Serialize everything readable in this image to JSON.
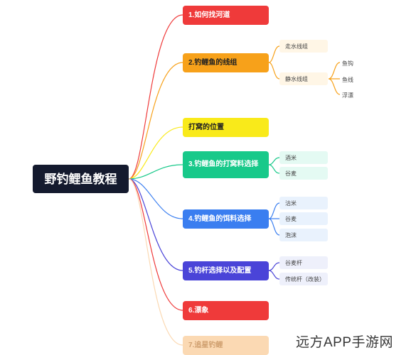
{
  "root": {
    "label": "野钓鲤鱼教程"
  },
  "branches": [
    {
      "label": "1.如何找河道",
      "color": "#ef3a3a"
    },
    {
      "label": "2.钓鲤鱼的线组",
      "color": "#f7a11a",
      "text_color": "#222222"
    },
    {
      "label": "打窝的位置",
      "color": "#f9ea1a",
      "text_color": "#222222"
    },
    {
      "label": "3.钓鲤鱼的打窝料选择",
      "color": "#18c98a"
    },
    {
      "label": "4.钓鲤鱼的饵料选择",
      "color": "#3a7ef0"
    },
    {
      "label": "5.钓杆选择以及配置",
      "color": "#4a44d8"
    },
    {
      "label": "6.漂象",
      "color": "#ef3a3a"
    },
    {
      "label": "7.追星钓鲤",
      "color": "#fbd9b3",
      "text_color": "#d0a070"
    }
  ],
  "leaves": {
    "line_group": [
      "走水线组",
      "静水线组"
    ],
    "still_water": [
      "鱼钩",
      "鱼线",
      "浮漂"
    ],
    "groundbait": [
      "酒米",
      "谷麦"
    ],
    "bait": [
      "沽米",
      "谷麦",
      "泡沫"
    ],
    "rod": [
      "谷麦杆",
      "传统杆（改装）"
    ]
  },
  "leaf_colors": {
    "orange": "#fff6e6",
    "green": "#e4faf3",
    "blue": "#e9f2fd",
    "indigo": "#eef0fb"
  },
  "watermark": "远方APP手游网"
}
